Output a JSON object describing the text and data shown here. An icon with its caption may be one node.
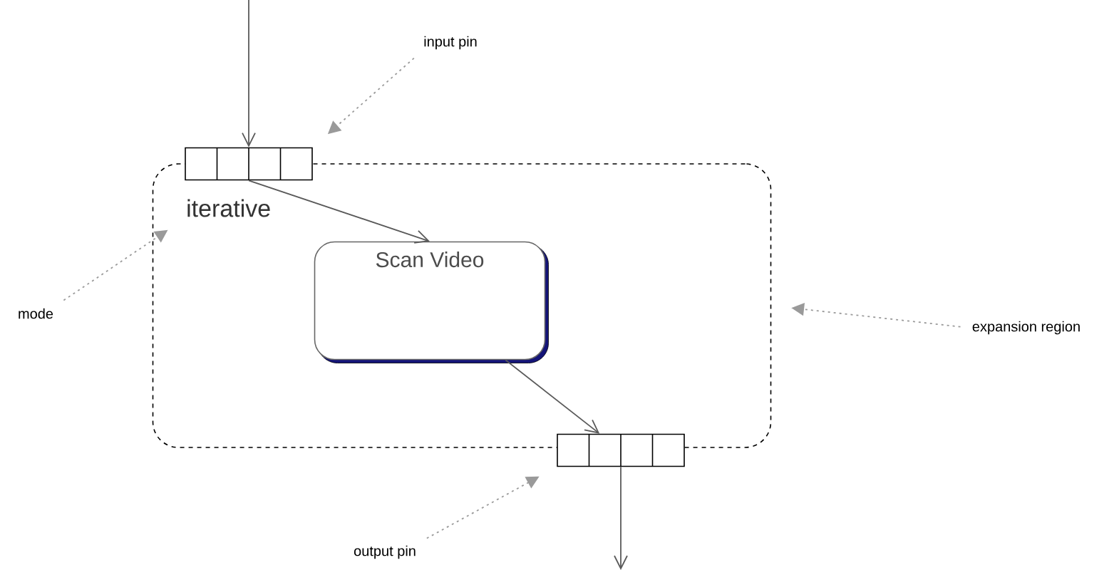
{
  "diagram": {
    "nodes": [
      {
        "text": [
          "iterative"
        ]
      },
      {
        "text": [],
        "shape": "box"
      },
      {
        "text": [
          "Scan Video"
        ],
        "in": 0
      },
      {
        "text": [],
        "shape": "box"
      },
      {
        "text": [
          "input pin"
        ]
      },
      {
        "text": [
          "mode"
        ]
      },
      {
        "text": [
          "expansion region"
        ]
      },
      {
        "text": [
          "output pin"
        ]
      }
    ],
    "edges": [
      {
        "from": null,
        "to": 1,
        "arrow": "to"
      },
      {
        "from": 1,
        "to": 2,
        "arrow": "to"
      },
      {
        "from": 2,
        "to": 3,
        "arrow": "to"
      },
      {
        "from": 3,
        "to": null,
        "arrow": "to"
      },
      {
        "from": 4,
        "to": 1,
        "arrow": "to",
        "style": "dashed",
        "color": "#9a9a9a"
      },
      {
        "from": 5,
        "to": 0,
        "arrow": "to",
        "style": "dashed",
        "color": "#9a9a9a"
      },
      {
        "from": 6,
        "to": 0,
        "arrow": "to",
        "style": "dashed",
        "color": "#9a9a9a"
      },
      {
        "from": 7,
        "to": 3,
        "arrow": "to",
        "style": "dashed",
        "color": "#9a9a9a"
      }
    ]
  }
}
